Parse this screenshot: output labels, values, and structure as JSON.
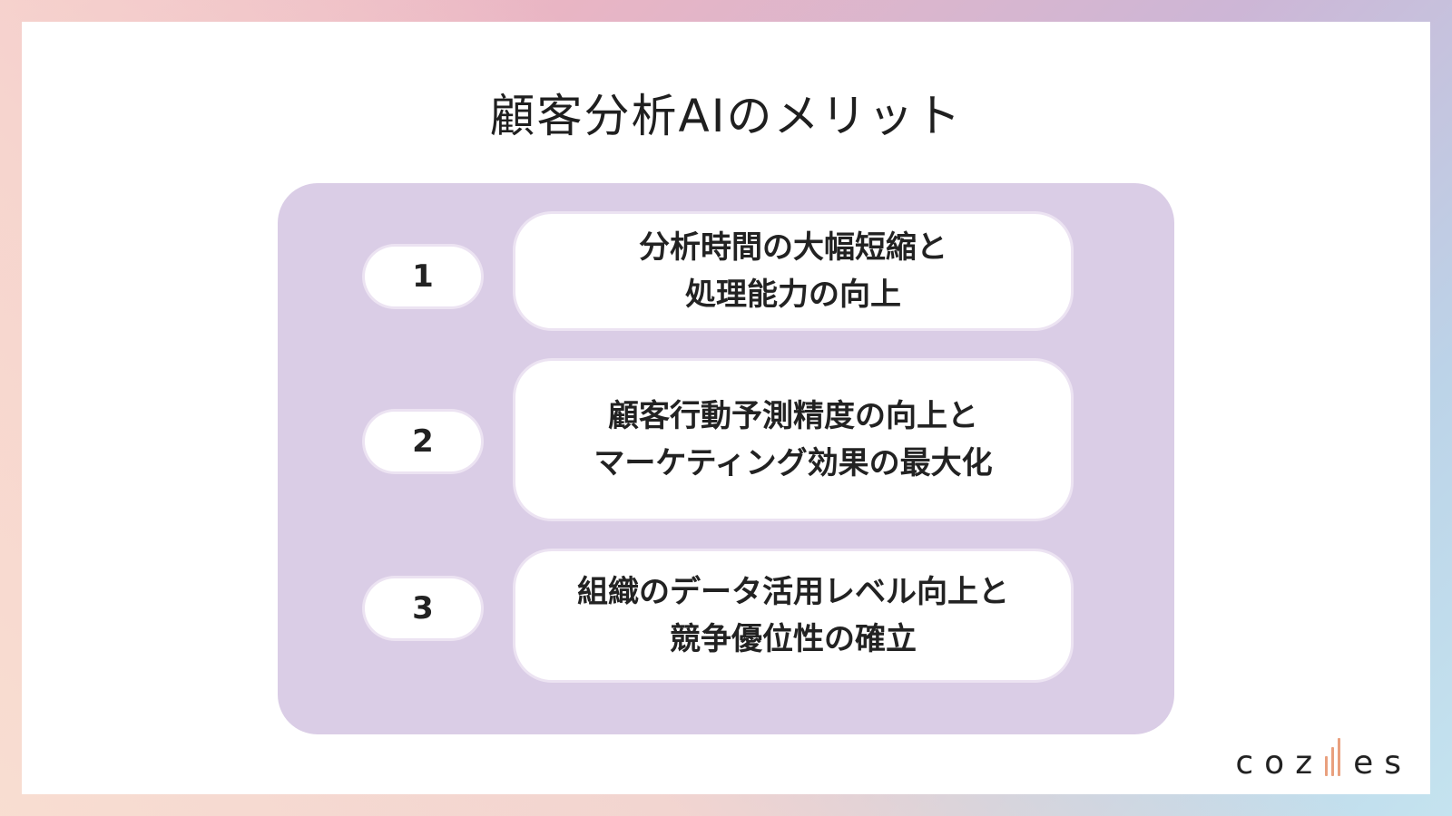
{
  "title": "顧客分析AIのメリット",
  "items": [
    {
      "number": "1",
      "lines": [
        "分析時間の大幅短縮と",
        "処理能力の向上"
      ]
    },
    {
      "number": "2",
      "lines": [
        "顧客行動予測精度の向上と",
        "マーケティング効果の最大化"
      ]
    },
    {
      "number": "3",
      "lines": [
        "組織のデータ活用レベル向上と",
        "競争優位性の確立"
      ]
    }
  ],
  "logo": {
    "left_text": "coz",
    "right_text": "es",
    "bar_color": "#e9a07e"
  },
  "colors": {
    "panel": "#dacde6",
    "box": "#ffffff",
    "text": "#222222"
  }
}
